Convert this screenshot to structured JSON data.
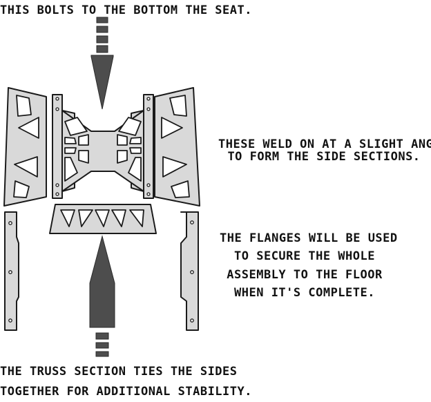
{
  "captions": {
    "top": "THIS BOLTS TO THE BOTTOM THE SEAT.",
    "angle_line1": "THESE WELD ON AT A SLIGHT ANGLE",
    "angle_line2": "TO FORM THE SIDE SECTIONS.",
    "flange_line1": "THE FLANGES WILL BE USED",
    "flange_line2": "TO SECURE THE WHOLE",
    "flange_line3": "ASSEMBLY TO THE FLOOR",
    "flange_line4": "WHEN IT'S COMPLETE.",
    "truss_line1": "THE TRUSS SECTION TIES THE SIDES",
    "truss_line2": "TOGETHER FOR ADDITIONAL STABILITY."
  },
  "colors": {
    "part_fill": "#d9d9d9",
    "part_stroke": "#1a1a1a",
    "arrow": "#4d4d4d",
    "text": "#111111"
  }
}
